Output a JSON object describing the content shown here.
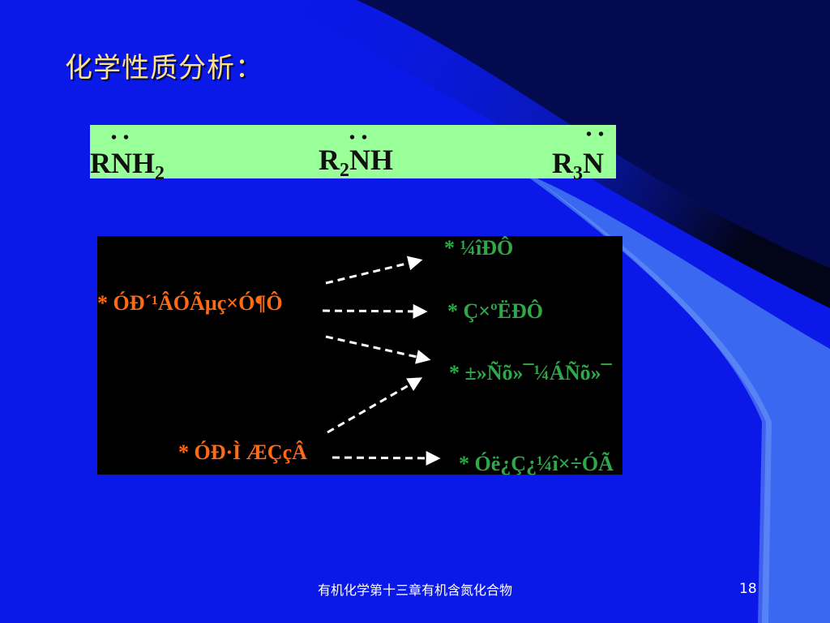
{
  "title": "化学性质分析：",
  "amines": {
    "primary": {
      "base": "RNH",
      "sub": "2",
      "dots": "••"
    },
    "secondary": {
      "r": "R",
      "sub": "2",
      "rest": "NH",
      "dots": "••"
    },
    "tertiary": {
      "r": "R",
      "sub": "3",
      "rest": "N",
      "dots": "••"
    }
  },
  "sources": [
    "* ÓÐ´¹ÂÓÃµç×Ó¶Ô",
    "* ÓÐ·Ì ÆÇçÂ"
  ],
  "results": [
    "* ¼îÐÔ",
    "* Ç×ºËÐÔ",
    "* ±»Ñõ»¯¼ÁÑõ»¯",
    "* Óë¿Ç¿¼î×÷ÓÃ"
  ],
  "footer": {
    "text": "有机化学第十三章有机含氮化合物",
    "page": "18"
  },
  "colors": {
    "background": "#0a18e8",
    "title": "#ffe08a",
    "amine_box": "#99ff99",
    "reaction_box": "#000000",
    "source_text": "#ff6a13",
    "result_text": "#2fa84a",
    "arrow": "#ffffff"
  }
}
